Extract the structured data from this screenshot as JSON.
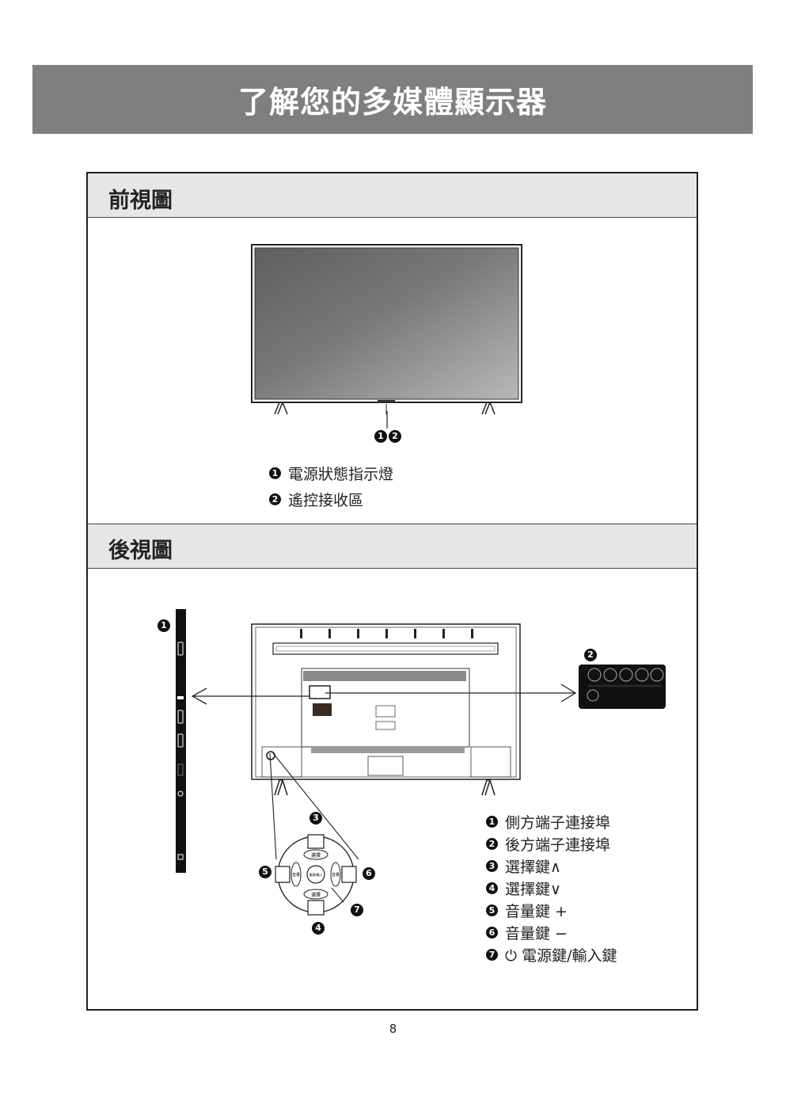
{
  "page_title": "了解您的多媒體顯示器",
  "front": {
    "heading": "前視圖",
    "callout_marks": [
      "1",
      "2"
    ],
    "items": [
      {
        "num": "1",
        "label": "電源狀態指示燈"
      },
      {
        "num": "2",
        "label": "遙控接收區"
      }
    ]
  },
  "rear": {
    "heading": "後視圖",
    "items": [
      {
        "num": "1",
        "label": "側方端子連接埠"
      },
      {
        "num": "2",
        "label": "後方端子連接埠"
      },
      {
        "num": "3",
        "label": "選擇鍵∧"
      },
      {
        "num": "4",
        "label": "選擇鍵∨"
      },
      {
        "num": "5",
        "label": "音量鍵 +"
      },
      {
        "num": "6",
        "label": "音量鍵 −"
      },
      {
        "num": "7",
        "label": "⏻ 電源鍵/輸入鍵"
      }
    ],
    "joystick": {
      "up": "選擇",
      "down": "選擇",
      "left": "音量",
      "right": "音量",
      "center": "電源/輸入"
    }
  },
  "page_number": "8"
}
